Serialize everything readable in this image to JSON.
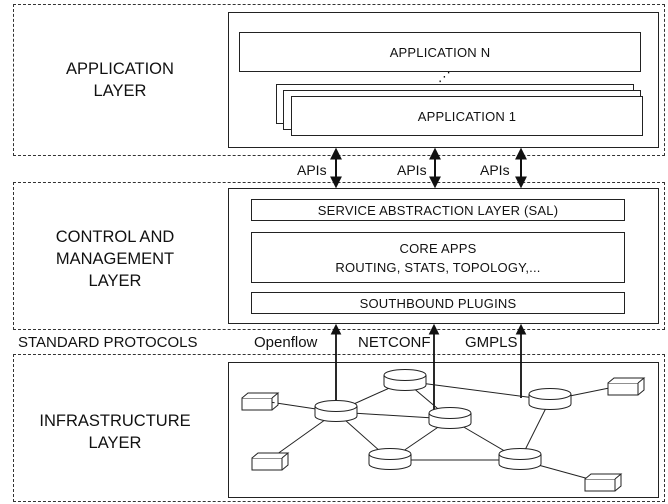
{
  "layers": {
    "application": {
      "line1": "APPLICATION",
      "line2": "LAYER"
    },
    "control": {
      "line1": "CONTROL AND",
      "line2": "MANAGEMENT",
      "line3": "LAYER"
    },
    "infrastructure": {
      "line1": "INFRASTRUCTURE",
      "line2": "LAYER"
    }
  },
  "applications": {
    "top": "APPLICATION N",
    "ellipsis": "⋰",
    "bottom": "APPLICATION 1"
  },
  "apis": [
    "APIs",
    "APIs",
    "APIs"
  ],
  "controller": {
    "sal": "SERVICE ABSTRACTION LAYER (SAL)",
    "core_title": "CORE APPS",
    "core_detail": "ROUTING, STATS, TOPOLOGY,...",
    "southbound": "SOUTHBOUND PLUGINS"
  },
  "protocols": {
    "label": "STANDARD PROTOCOLS",
    "items": [
      "Openflow",
      "NETCONF",
      "GMPLS"
    ]
  }
}
